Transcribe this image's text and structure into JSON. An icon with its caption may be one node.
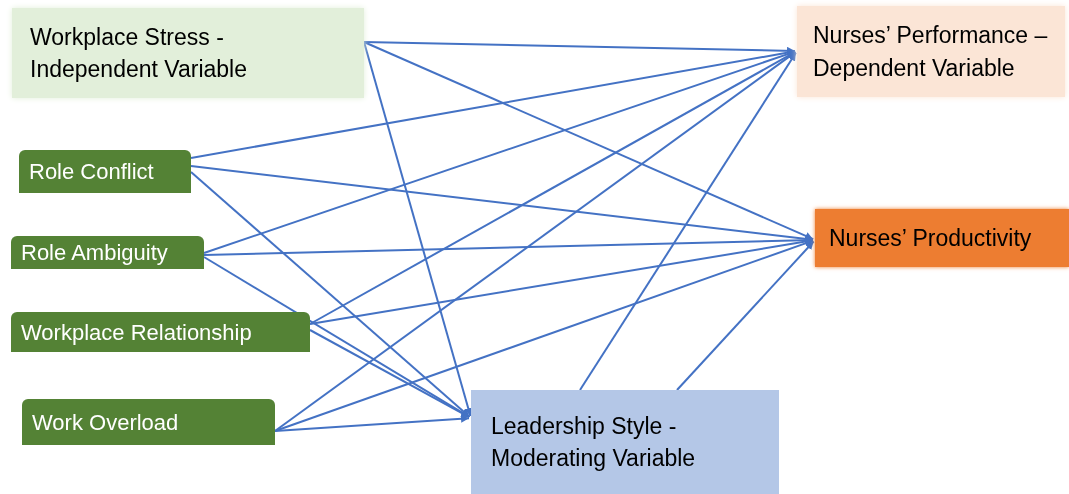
{
  "diagram": {
    "nodes": [
      {
        "text": [
          "Workplace Stress - Independent Variable"
        ]
      },
      {
        "text": [
          "Nurses’ Performance – Dependent Variable"
        ]
      },
      {
        "text": [
          "Role Conflict"
        ]
      },
      {
        "text": [
          "Role Ambiguity"
        ]
      },
      {
        "text": [
          "Workplace Relationship"
        ]
      },
      {
        "text": [
          "Work Overload"
        ]
      },
      {
        "text": [
          "Nurses’ Productivity"
        ]
      },
      {
        "text": [
          "Leadership Style - Moderating Variable"
        ]
      }
    ],
    "edges": [
      {
        "from": 0,
        "to": 1,
        "arrow": "to"
      },
      {
        "from": 0,
        "to": 6,
        "arrow": "to"
      },
      {
        "from": 0,
        "to": 7,
        "arrow": "to"
      },
      {
        "from": 2,
        "to": 1,
        "arrow": "to"
      },
      {
        "from": 2,
        "to": 6,
        "arrow": "to"
      },
      {
        "from": 2,
        "to": 7,
        "arrow": "to"
      },
      {
        "from": 3,
        "to": 1,
        "arrow": "to"
      },
      {
        "from": 3,
        "to": 6,
        "arrow": "to"
      },
      {
        "from": 3,
        "to": 7,
        "arrow": "to"
      },
      {
        "from": 4,
        "to": 1,
        "arrow": "to"
      },
      {
        "from": 4,
        "to": 6,
        "arrow": "to"
      },
      {
        "from": 4,
        "to": 7,
        "arrow": "to"
      },
      {
        "from": 5,
        "to": 1,
        "arrow": "to"
      },
      {
        "from": 5,
        "to": 6,
        "arrow": "to"
      },
      {
        "from": 5,
        "to": 7,
        "arrow": "to"
      },
      {
        "from": 7,
        "to": 1,
        "arrow": "to"
      },
      {
        "from": 7,
        "to": 6,
        "arrow": "to"
      }
    ]
  }
}
